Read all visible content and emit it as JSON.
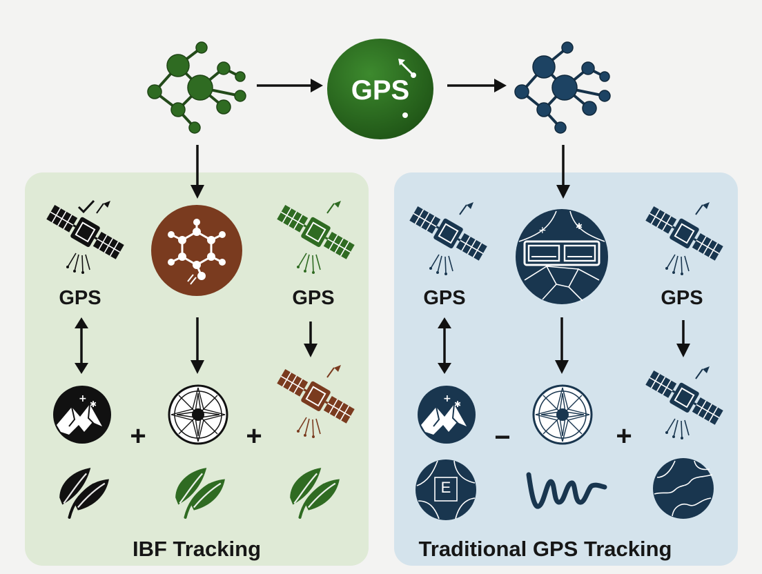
{
  "hub": {
    "label": "GPS"
  },
  "left_panel": {
    "title": "IBF Tracking",
    "gps_labels": [
      "GPS",
      "GPS"
    ],
    "operators": [
      "+",
      "+"
    ],
    "color": "#dfead6"
  },
  "right_panel": {
    "title": "Traditional GPS Tracking",
    "gps_labels": [
      "GPS",
      "GPS"
    ],
    "operators": [
      "−",
      "+"
    ],
    "map_letter": "E",
    "color": "#d4e3ec"
  },
  "colors": {
    "green": "#2f6b22",
    "dark_green": "#245019",
    "navy": "#19364f",
    "brown": "#7a3b1f",
    "black": "#111111"
  },
  "icons": {
    "top": [
      "molecule-green-icon",
      "gps-globe-icon",
      "molecule-navy-icon"
    ],
    "left": [
      "satellite-icon",
      "molecule-circle-icon",
      "satellite-green-icon",
      "mountain-map-icon",
      "compass-icon",
      "satellite-brown-icon",
      "leaf-icon",
      "leaf-icon",
      "leaf-icon"
    ],
    "right": [
      "satellite-icon",
      "display-globe-icon",
      "satellite-icon",
      "mountain-map-icon",
      "compass-icon",
      "satellite-icon",
      "map-e-icon",
      "wave-icon",
      "terrain-map-icon"
    ]
  }
}
